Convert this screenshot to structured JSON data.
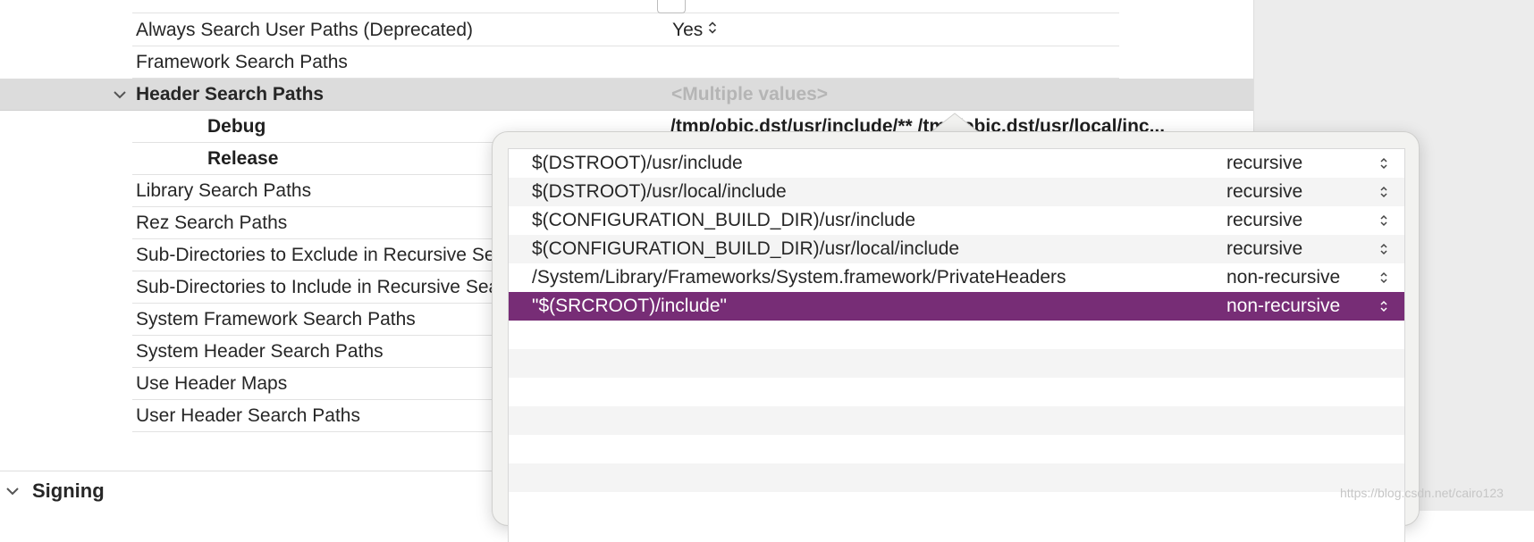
{
  "colors": {
    "selection_highlight": "#772d76",
    "selected_group_row": "#dcdcdc",
    "placeholder_value": "#b5b5b5"
  },
  "settings": {
    "rows": [
      {
        "label": "Always Search User Paths (Deprecated)",
        "value": "Yes"
      },
      {
        "label": "Framework Search Paths",
        "value": ""
      },
      {
        "label": "Header Search Paths",
        "value": "<Multiple values>"
      },
      {
        "label": "Debug",
        "value": "/tmp/objc.dst/usr/include/** /tmp/objc.dst/usr/local/inc..."
      },
      {
        "label": "Release",
        "value": ""
      },
      {
        "label": "Library Search Paths",
        "value": ""
      },
      {
        "label": "Rez Search Paths",
        "value": ""
      },
      {
        "label": "Sub-Directories to Exclude in Recursive Searches",
        "value": ""
      },
      {
        "label": "Sub-Directories to Include in Recursive Searches",
        "value": ""
      },
      {
        "label": "System Framework Search Paths",
        "value": ""
      },
      {
        "label": "System Header Search Paths",
        "value": ""
      },
      {
        "label": "Use Header Maps",
        "value": ""
      },
      {
        "label": "User Header Search Paths",
        "value": ""
      }
    ],
    "next_section": "Signing"
  },
  "popover": {
    "entries": [
      {
        "path": "$(DSTROOT)/usr/include",
        "mode": "recursive"
      },
      {
        "path": "$(DSTROOT)/usr/local/include",
        "mode": "recursive"
      },
      {
        "path": "$(CONFIGURATION_BUILD_DIR)/usr/include",
        "mode": "recursive"
      },
      {
        "path": "$(CONFIGURATION_BUILD_DIR)/usr/local/include",
        "mode": "recursive"
      },
      {
        "path": "/System/Library/Frameworks/System.framework/PrivateHeaders",
        "mode": "non-recursive"
      },
      {
        "path": "\"$(SRCROOT)/include\"",
        "mode": "non-recursive"
      }
    ],
    "selected_index": 5
  },
  "watermark": "https://blog.csdn.net/cairo123",
  "icons": {
    "disclosure": "chevron-down-icon",
    "stepper": "up-down-stepper-icon"
  }
}
